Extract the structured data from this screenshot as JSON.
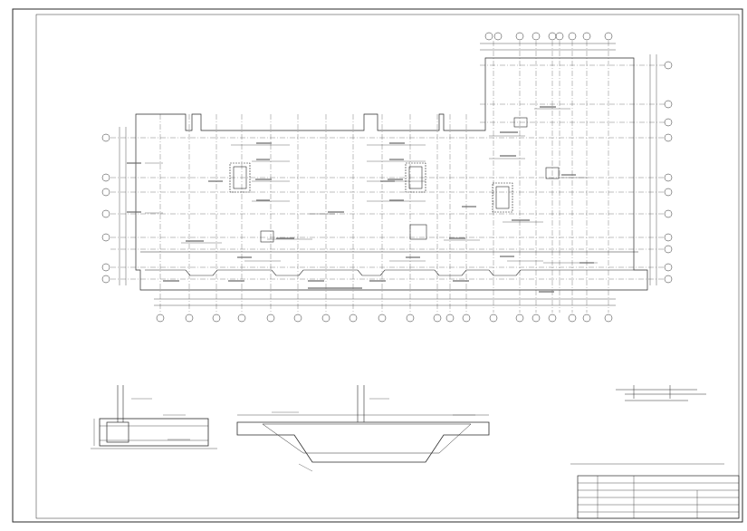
{
  "sheet": {
    "title": "",
    "line_color": "#2a2a2a",
    "paper_color": "#ffffff"
  },
  "sections": [
    {
      "id": "a-a",
      "caption": "",
      "subcaption": ""
    },
    {
      "id": "b-b",
      "caption": "",
      "subcaption": ""
    },
    {
      "id": "splice",
      "caption": "",
      "subcaption": ""
    }
  ],
  "grid_axes": {
    "columns": [
      "",
      "",
      "",
      "",
      "",
      "",
      "",
      "",
      "",
      "",
      "",
      "",
      "",
      "",
      "",
      "",
      "",
      "",
      "",
      "",
      "",
      ""
    ],
    "rows": [
      "",
      "",
      "",
      "",
      "",
      "",
      "",
      "",
      "",
      ""
    ]
  },
  "notes": [
    ""
  ],
  "title_block": {
    "rows": 6,
    "columns": 4
  }
}
